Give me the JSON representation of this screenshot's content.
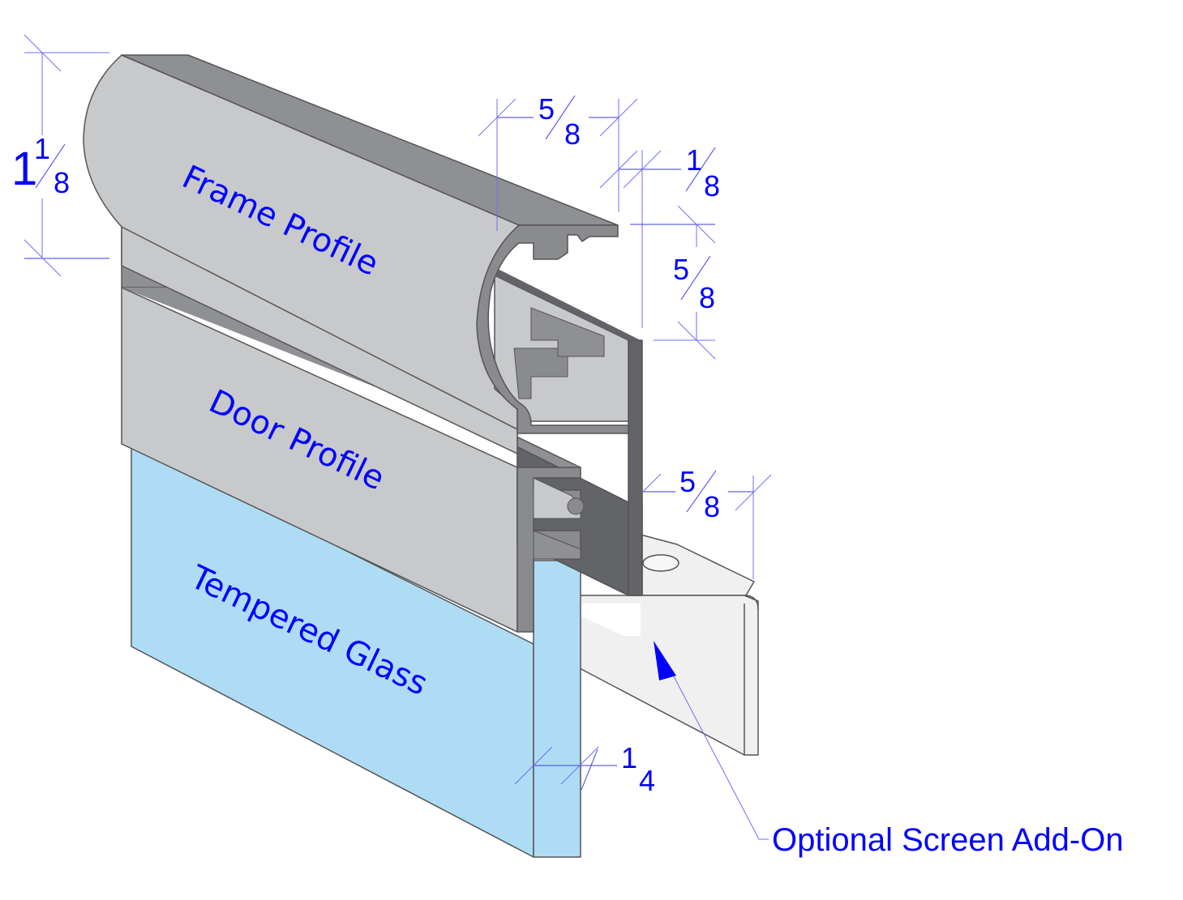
{
  "title": "Frame and Door Profile Assembly",
  "labels": {
    "frame_profile": "Frame Profile",
    "door_profile": "Door Profile",
    "tempered_glass": "Tempered Glass",
    "screen_callout": "Optional Screen Add-On"
  },
  "dimensions": {
    "frame_height": {
      "whole": "1",
      "num": "1",
      "den": "8"
    },
    "frame_lip_width": {
      "whole": "",
      "num": "5",
      "den": "8"
    },
    "gap_width": {
      "whole": "",
      "num": "1",
      "den": "8"
    },
    "lip_drop": {
      "whole": "",
      "num": "5",
      "den": "8"
    },
    "screen_offset": {
      "whole": "",
      "num": "5",
      "den": "8"
    },
    "glass_thickness": {
      "whole": "",
      "num": "1",
      "den": "4"
    }
  },
  "colors": {
    "annotation": "#0000ff",
    "dimension_line": "#3a3af0",
    "aluminum_light": "#c8c9cb",
    "aluminum_mid": "#8f9094",
    "aluminum_dark": "#636467",
    "glass": "#aedcf5",
    "screen": "#f0f0f0"
  }
}
